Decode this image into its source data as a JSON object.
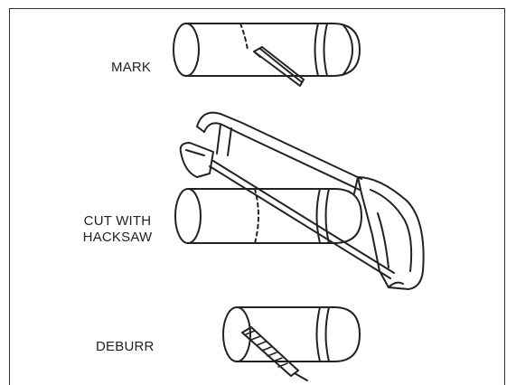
{
  "steps": {
    "mark": {
      "label": "MARK"
    },
    "cut": {
      "label_line1": "CUT WITH",
      "label_line2": "HACKSAW"
    },
    "deburr": {
      "label": "DEBURR"
    }
  },
  "icons": [
    "pipe-icon",
    "pencil-icon",
    "hacksaw-icon",
    "deburr-file-icon"
  ],
  "colors": {
    "stroke": "#222222",
    "background": "#ffffff",
    "border": "#333333"
  }
}
